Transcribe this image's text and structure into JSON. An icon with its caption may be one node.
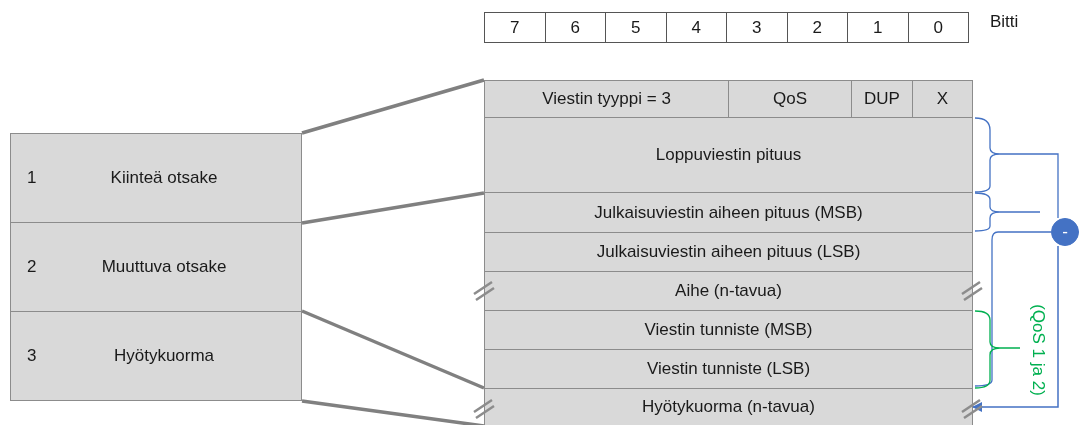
{
  "diagram": {
    "nodes": [
      {
        "text": [
          "7"
        ]
      },
      {
        "text": [
          "6"
        ]
      },
      {
        "text": [
          "5"
        ]
      },
      {
        "text": [
          "4"
        ]
      },
      {
        "text": [
          "3"
        ]
      },
      {
        "text": [
          "2"
        ]
      },
      {
        "text": [
          "1"
        ]
      },
      {
        "text": [
          "0"
        ]
      },
      {
        "text": [
          "1",
          "Kiinteä otsake"
        ]
      },
      {
        "text": [
          "2",
          "Muuttuva otsake"
        ]
      },
      {
        "text": [
          "3",
          "Hyötykuorma"
        ]
      },
      {
        "text": [
          "Viestin tyyppi = 3"
        ]
      },
      {
        "text": [
          "QoS"
        ]
      },
      {
        "text": [
          "DUP"
        ]
      },
      {
        "text": [
          "X"
        ]
      },
      {
        "text": [
          "Loppuviestin pituus"
        ]
      },
      {
        "text": [
          "Julkaisuviestin aiheen pituus (MSB)"
        ]
      },
      {
        "text": [
          "Julkaisuviestin aiheen pituus (LSB)"
        ]
      },
      {
        "text": [
          "Aihe (n-tavua)"
        ]
      },
      {
        "text": [
          "Viestin tunniste (MSB)"
        ]
      },
      {
        "text": [
          "Viestin tunniste (LSB)"
        ]
      },
      {
        "text": [
          "Hyötykuorma (n-tavua)"
        ]
      },
      {
        "text": [
          "-"
        ]
      }
    ],
    "edges": [
      {
        "from": 8,
        "to": 11,
        "arrow": "none"
      },
      {
        "from": 8,
        "to": 15,
        "arrow": "none"
      },
      {
        "from": 10,
        "to": 21,
        "arrow": "none"
      },
      {
        "from": 10,
        "to": 21,
        "arrow": "none"
      },
      {
        "from": 22,
        "to": 21,
        "arrow": "to",
        "color": "#4472c4"
      }
    ],
    "labels": [
      "Bitti",
      "(QoS 1 ja 2)"
    ]
  }
}
